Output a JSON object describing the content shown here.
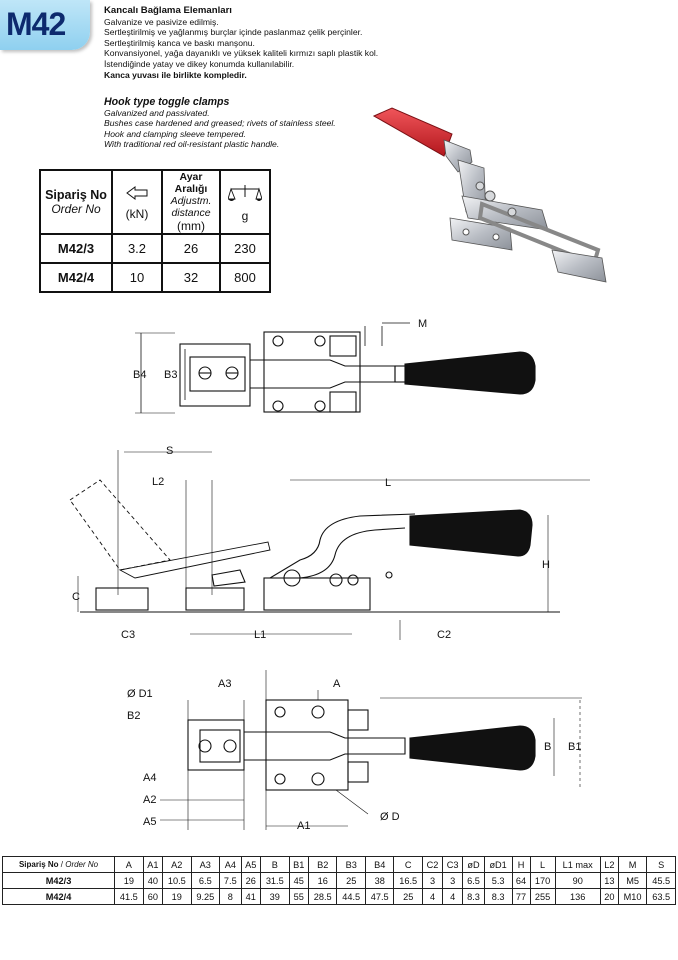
{
  "model": "M42",
  "description_tr": {
    "title": "Kancalı Bağlama Elemanları",
    "lines": [
      "Galvanize ve pasivize edilmiş.",
      "Sertleştirilmiş ve yağlanmış burçlar içinde paslanmaz çelik perçinler.",
      "Sertleştirilmiş kanca ve baskı manşonu.",
      "Konvansiyonel, yağa dayanıklı ve yüksek kaliteli kırmızı saplı plastik kol.",
      "İstendiğinde yatay ve dikey konumda kullanılabilir."
    ],
    "last": "Kanca yuvası ile birlikte kompledir."
  },
  "description_en": {
    "title": "Hook type toggle clamps",
    "lines": [
      "Galvanized and passivated.",
      "Bushes case hardened and greased; rivets of stainless steel.",
      "Hook and  clamping sleeve tempered.",
      "With traditional red oil-resistant plastic handle."
    ]
  },
  "spec_table": {
    "col1_tr": "Sipariş No",
    "col1_en": "Order No",
    "col2_unit": "(kN)",
    "col3_tr": "Ayar Aralığı",
    "col3_en_1": "Adjustm.",
    "col3_en_2": "distance",
    "col3_unit": "(mm)",
    "col4_unit": "g",
    "rows": [
      {
        "model": "M42/3",
        "force": "3.2",
        "adjust": "26",
        "weight": "230"
      },
      {
        "model": "M42/4",
        "force": "10",
        "adjust": "32",
        "weight": "800"
      }
    ]
  },
  "drawing_labels": {
    "M": "M",
    "B4": "B4",
    "B3": "B3",
    "S": "S",
    "L2": "L2",
    "L": "L",
    "H": "H",
    "C": "C",
    "C3": "C3",
    "L1": "L1",
    "C2": "C2",
    "A3": "A3",
    "A": "A",
    "D1": "Ø D1",
    "B2": "B2",
    "B": "B",
    "B1": "B1",
    "A4": "A4",
    "A2": "A2",
    "A5": "A5",
    "A1": "A1",
    "D": "Ø D"
  },
  "dims_table": {
    "first_header_tr": "Sipariş No",
    "first_header_sep": " / ",
    "first_header_en": "Order No",
    "headers": [
      "A",
      "A1",
      "A2",
      "A3",
      "A4",
      "A5",
      "B",
      "B1",
      "B2",
      "B3",
      "B4",
      "C",
      "C2",
      "C3",
      "øD",
      "øD1",
      "H",
      "L",
      "L1 max",
      "L2",
      "M",
      "S"
    ],
    "rows": [
      {
        "model": "M42/3",
        "values": [
          "19",
          "40",
          "10.5",
          "6.5",
          "7.5",
          "26",
          "31.5",
          "45",
          "16",
          "25",
          "38",
          "16.5",
          "3",
          "3",
          "6.5",
          "5.3",
          "64",
          "170",
          "90",
          "13",
          "M5",
          "45.5"
        ]
      },
      {
        "model": "M42/4",
        "values": [
          "41.5",
          "60",
          "19",
          "9.25",
          "8",
          "41",
          "39",
          "55",
          "28.5",
          "44.5",
          "47.5",
          "25",
          "4",
          "4",
          "8.3",
          "8.3",
          "77",
          "255",
          "136",
          "20",
          "M10",
          "63.5"
        ]
      }
    ]
  },
  "colors": {
    "badge": "#8fd0ef",
    "badge_text": "#0d2a6e",
    "handle_red": "#d8242a",
    "steel": "#c9ccd1"
  }
}
